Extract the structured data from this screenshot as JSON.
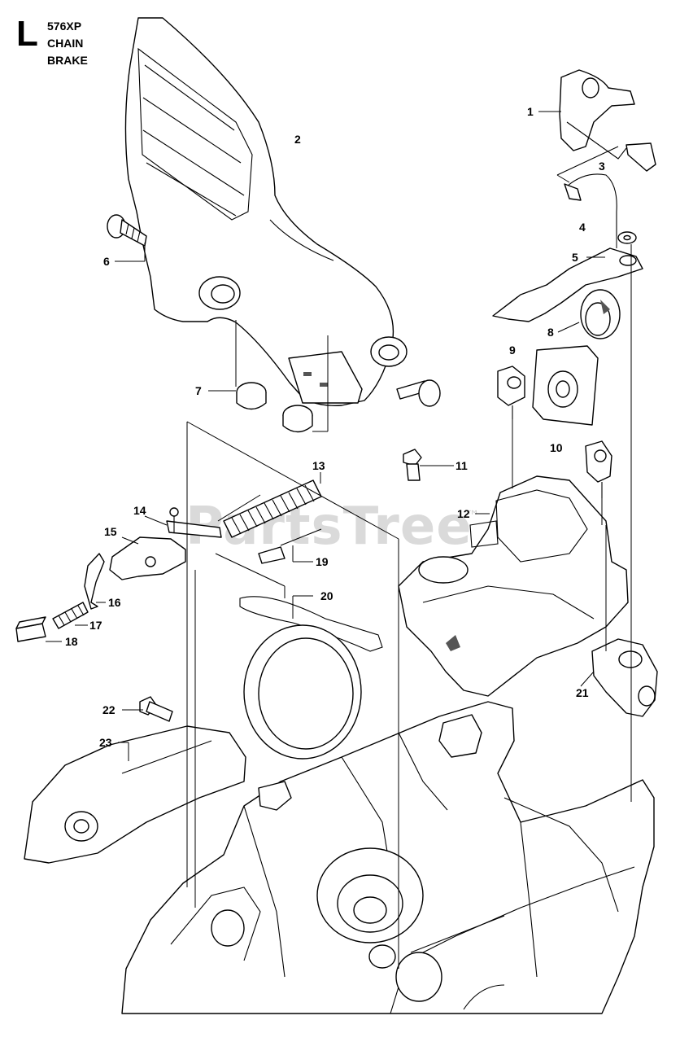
{
  "header": {
    "section_letter": "L",
    "lines": [
      "576XP",
      "CHAIN",
      "BRAKE"
    ]
  },
  "watermark": {
    "text": "PartsTree",
    "tm": "™"
  },
  "callouts": {
    "p1": "1",
    "p2": "2",
    "p3": "3",
    "p4": "4",
    "p5": "5",
    "p6": "6",
    "p7": "7",
    "p8": "8",
    "p9": "9",
    "p10": "10",
    "p11": "11",
    "p12": "12",
    "p13": "13",
    "p14": "14",
    "p15": "15",
    "p16": "16",
    "p17": "17",
    "p18": "18",
    "p19": "19",
    "p20": "20",
    "p21": "21",
    "p22": "22",
    "p23": "23"
  }
}
